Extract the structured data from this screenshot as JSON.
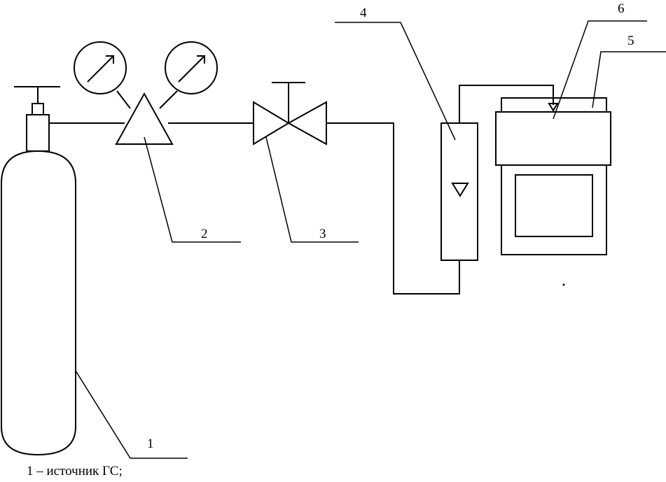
{
  "labels": {
    "cylinder": "1",
    "reducer": "2",
    "valve": "3",
    "rotameter": "4",
    "detector": "5",
    "adapter": "6"
  },
  "caption": "1 – источник ГС;"
}
